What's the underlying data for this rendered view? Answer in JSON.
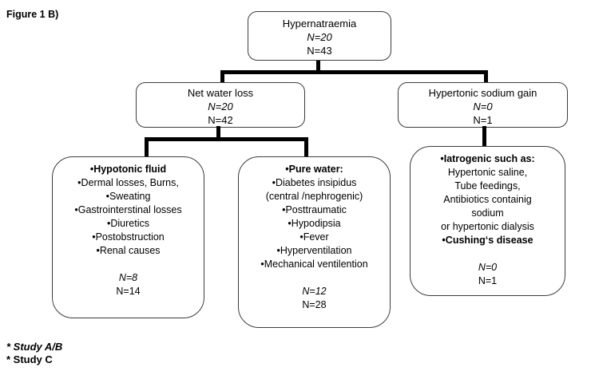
{
  "figure_label": "Figure 1 B)",
  "colors": {
    "background": "#ffffff",
    "text": "#000000",
    "box_border": "#3c3c3c",
    "connector": "#000000"
  },
  "nodes": {
    "root": {
      "title": "Hypernatraemia",
      "n_study_ab": "N=20",
      "n_study_c": "N=43"
    },
    "net_water_loss": {
      "title": "Net water loss",
      "n_study_ab": "N=20",
      "n_study_c": "N=42"
    },
    "hypertonic_sodium_gain": {
      "title": "Hypertonic sodium gain",
      "n_study_ab": "N=0",
      "n_study_c": "N=1"
    },
    "hypotonic_fluid": {
      "heading": "•Hypotonic fluid",
      "items": [
        "•Dermal losses, Burns,",
        "•Sweating",
        "•Gastrointerstinal losses",
        "•Diuretics",
        "•Postobstruction",
        "•Renal causes"
      ],
      "n_study_ab": "N=8",
      "n_study_c": "N=14"
    },
    "pure_water": {
      "heading": "•Pure water:",
      "items": [
        "•Diabetes insipidus",
        "(central /nephrogenic)",
        "•Posttraumatic",
        "•Hypodipsia",
        "•Fever",
        "•Hyperventilation",
        "•Mechanical ventilention"
      ],
      "n_study_ab": "N=12",
      "n_study_c": "N=28"
    },
    "iatrogenic": {
      "heading": "•Iatrogenic such as:",
      "items": [
        "Hypertonic saline,",
        "Tube feedings,",
        "Antibiotics containig",
        "sodium",
        "or hypertonic dialysis"
      ],
      "heading2": "•Cushing‘s disease",
      "n_study_ab": "N=0",
      "n_study_c": "N=1"
    }
  },
  "footnotes": {
    "study_ab": "* Study A/B",
    "study_c": "* Study C"
  }
}
